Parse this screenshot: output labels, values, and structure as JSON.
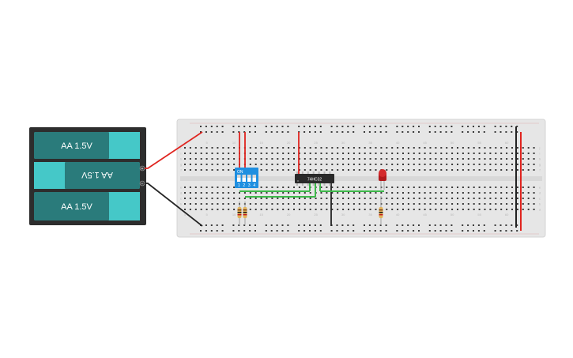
{
  "battery_pack": {
    "cells": [
      {
        "label": "AA 1.5V",
        "flipped": false
      },
      {
        "label": "AA 1.5V",
        "flipped": true
      },
      {
        "label": "AA 1.5V",
        "flipped": false
      }
    ],
    "terminal_plus": "+",
    "terminal_minus": "−"
  },
  "dip_switch": {
    "on_label": "ON",
    "positions": [
      "1",
      "2",
      "3",
      "4"
    ]
  },
  "chip": {
    "label": "74HC32"
  },
  "breadboard": {
    "column_numbers": [
      "1",
      "5",
      "10",
      "15",
      "20",
      "25",
      "30",
      "35",
      "40",
      "45",
      "50",
      "55",
      "60"
    ],
    "row_letters_top": [
      "j",
      "i",
      "h",
      "g",
      "f"
    ],
    "row_letters_bottom": [
      "e",
      "d",
      "c",
      "b",
      "a"
    ]
  },
  "colors": {
    "wire_red": "#e0241f",
    "wire_black": "#222222",
    "wire_green": "#3db84a",
    "board": "#e8e8e8",
    "battery_body": "#2d2d2d",
    "battery_cell": "#3fc6c6",
    "dip_body": "#1f8fe0",
    "chip_body": "#2a2a2a",
    "led": "#c0181b"
  }
}
